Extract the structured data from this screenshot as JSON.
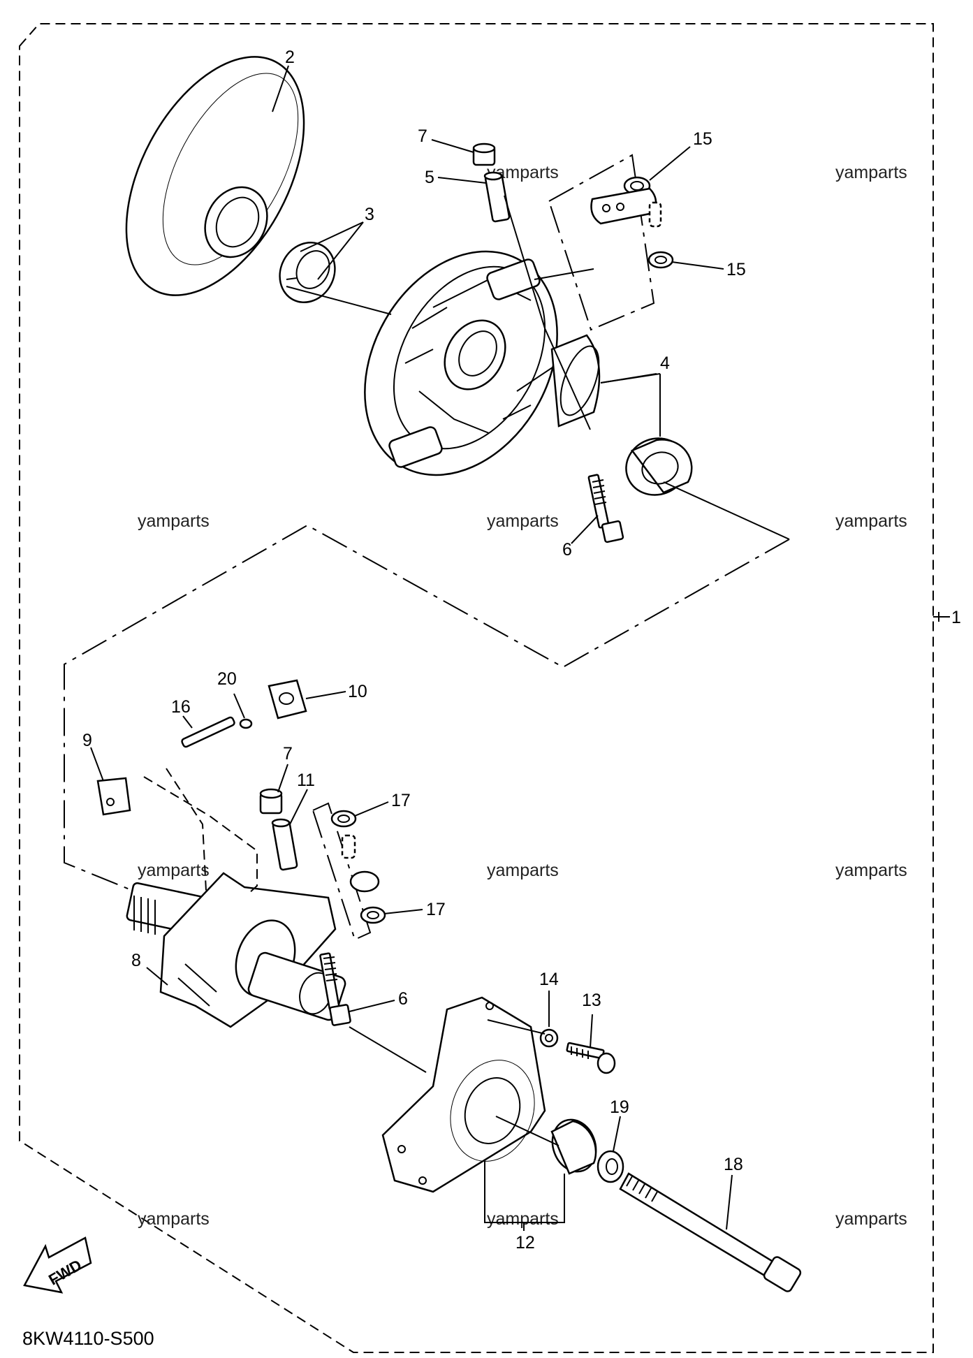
{
  "diagram_code": "8KW4110-S500",
  "fwd_label": "FWD",
  "watermark": "yamparts",
  "callouts": [
    "1",
    "2",
    "3",
    "4",
    "5",
    "6",
    "6",
    "7",
    "7",
    "8",
    "9",
    "10",
    "11",
    "12",
    "13",
    "14",
    "15",
    "15",
    "16",
    "17",
    "17",
    "18",
    "19",
    "20"
  ]
}
